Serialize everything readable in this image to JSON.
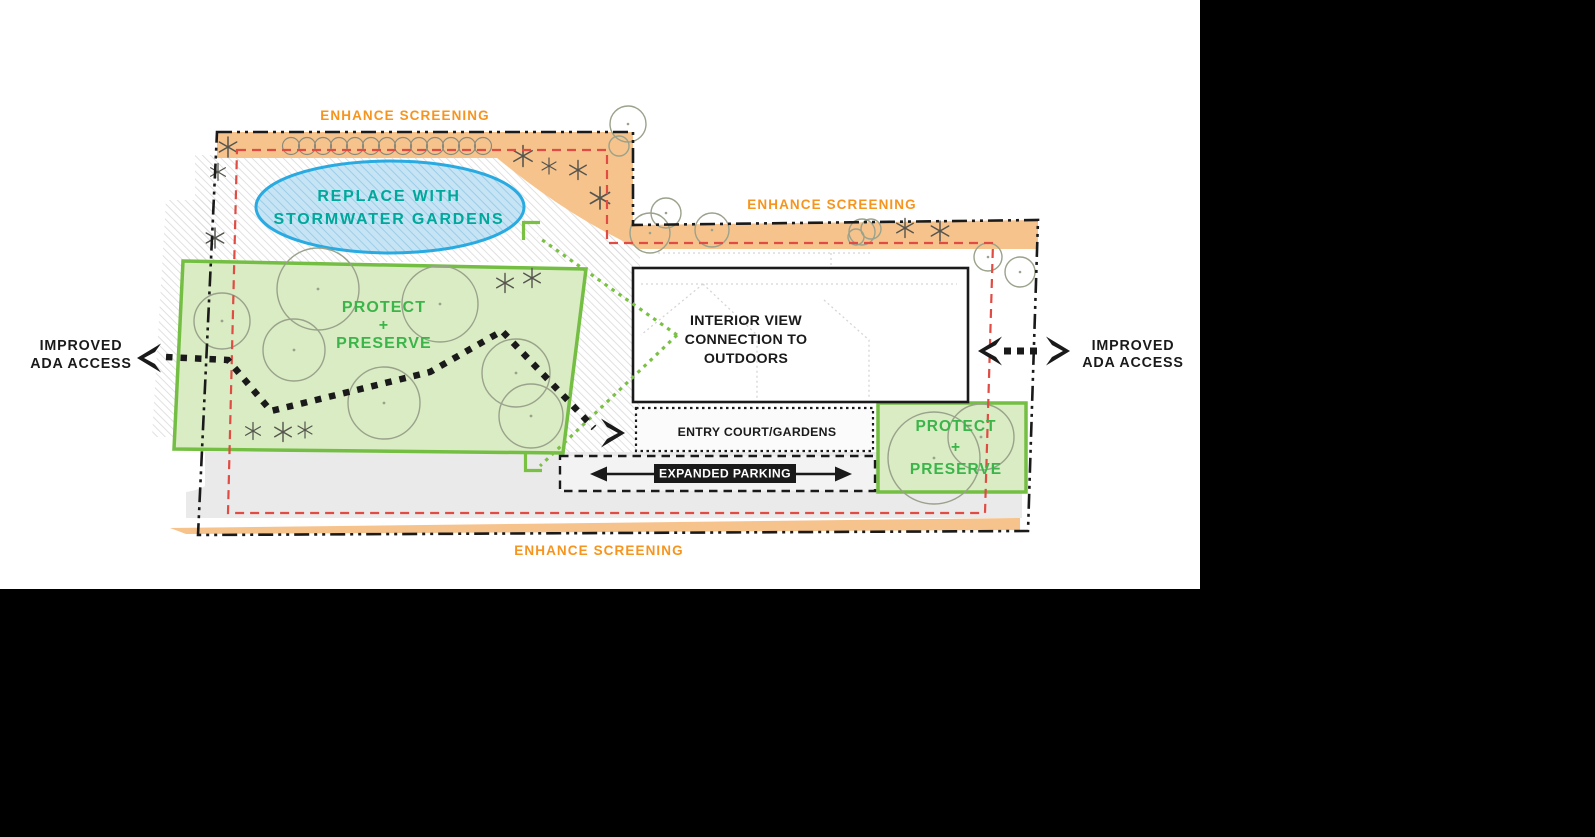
{
  "page": {
    "background_color": "#000000"
  },
  "plan": {
    "colors": {
      "screening_text": "#F7941D",
      "screening_fill": "#F6C38D",
      "preserve_text": "#3BB54A",
      "preserve_border": "#74BE44",
      "preserve_fill": "#DAECC3",
      "stormwater_border": "#29ABE2",
      "stormwater_fill": "#C6E4F4",
      "stormwater_text": "#00A79B",
      "setback_red": "#E04B43",
      "ink_black": "#1A1A1A",
      "pavement_gray": "#EAEAEA"
    },
    "labels": {
      "screening_north": "ENHANCE SCREENING",
      "screening_northeast": "ENHANCE SCREENING",
      "screening_south": "ENHANCE SCREENING",
      "stormwater_line1": "REPLACE WITH",
      "stormwater_line2": "STORMWATER GARDENS",
      "preserve_west_line1": "PROTECT",
      "preserve_west_line2": "+",
      "preserve_west_line3": "PRESERVE",
      "preserve_east_line1": "PROTECT",
      "preserve_east_line2": "+",
      "preserve_east_line3": "PRESERVE",
      "interior_view_line1": "INTERIOR VIEW",
      "interior_view_line2": "CONNECTION TO",
      "interior_view_line3": "OUTDOORS",
      "entry_court": "ENTRY COURT/GARDENS",
      "expanded_parking": "EXPANDED PARKING",
      "ada_west_line1": "IMPROVED",
      "ada_west_line2": "ADA ACCESS",
      "ada_east_line1": "IMPROVED",
      "ada_east_line2": "ADA ACCESS"
    }
  }
}
